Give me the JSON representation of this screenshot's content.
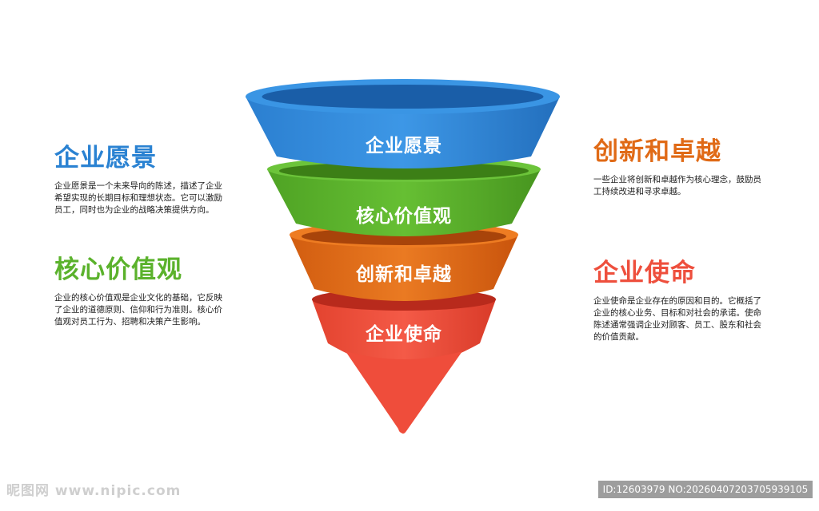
{
  "colors": {
    "blue": "#2a82d2",
    "green": "#5bb22c",
    "orange": "#e06a16",
    "red": "#ee4f3d",
    "text": "#222222"
  },
  "funnel": {
    "layers": [
      {
        "label": "企业愿景"
      },
      {
        "label": "核心价值观"
      },
      {
        "label": "创新和卓越"
      },
      {
        "label": "企业使命"
      }
    ]
  },
  "blocks": {
    "vision": {
      "title": "企业愿景",
      "desc": "企业愿景是一个未来导向的陈述，描述了企业希望实现的长期目标和理想状态。它可以激励员工，同时也为企业的战略决策提供方向。"
    },
    "values": {
      "title": "核心价值观",
      "desc": "企业的核心价值观是企业文化的基础，它反映了企业的道德原则、信仰和行为准则。核心价值观对员工行为、招聘和决策产生影响。"
    },
    "innovation": {
      "title": "创新和卓越",
      "desc": "一些企业将创新和卓越作为核心理念，鼓励员工持续改进和寻求卓越。"
    },
    "mission": {
      "title": "企业使命",
      "desc": "企业使命是企业存在的原因和目的。它概括了企业的核心业务、目标和对社会的承诺。使命陈述通常强调企业对顾客、员工、股东和社会的价值贡献。"
    }
  },
  "watermark": {
    "left": "昵图网 www.nipic.com",
    "right": "ID:12603979 NO:20260407203705939105"
  }
}
